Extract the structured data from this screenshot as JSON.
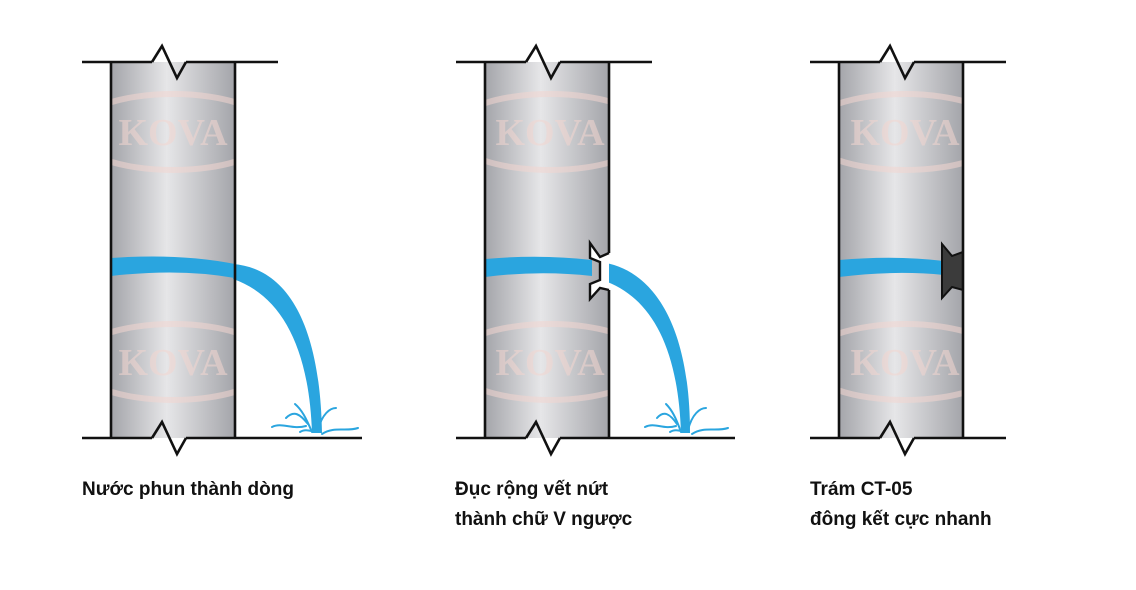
{
  "colors": {
    "wall_light": "#e6e6e8",
    "wall_dark": "#a4a5aa",
    "outline": "#111111",
    "water": "#2aa5df",
    "sealant": "#3b3b3b",
    "watermark": "#f3d6d0"
  },
  "watermark": {
    "text": "KOVA"
  },
  "panels": [
    {
      "caption": [
        "Nước phun thành dòng"
      ]
    },
    {
      "caption": [
        "Đục rộng vết nứt",
        "thành chữ V ngược"
      ]
    },
    {
      "caption": [
        "Trám CT-05",
        "đông kết cực nhanh"
      ]
    }
  ]
}
